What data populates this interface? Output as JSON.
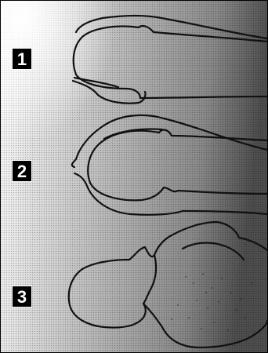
{
  "panels": [
    {
      "label": "1",
      "outline_color": "#111111"
    },
    {
      "label": "2",
      "outline_color": "#111111"
    },
    {
      "label": "3",
      "outline_color": "#111111"
    }
  ],
  "colors": {
    "background_light": "#f2f2f2",
    "background_dark": "#5a5a5a",
    "label_box": "#000000",
    "label_text": "#ffffff"
  }
}
